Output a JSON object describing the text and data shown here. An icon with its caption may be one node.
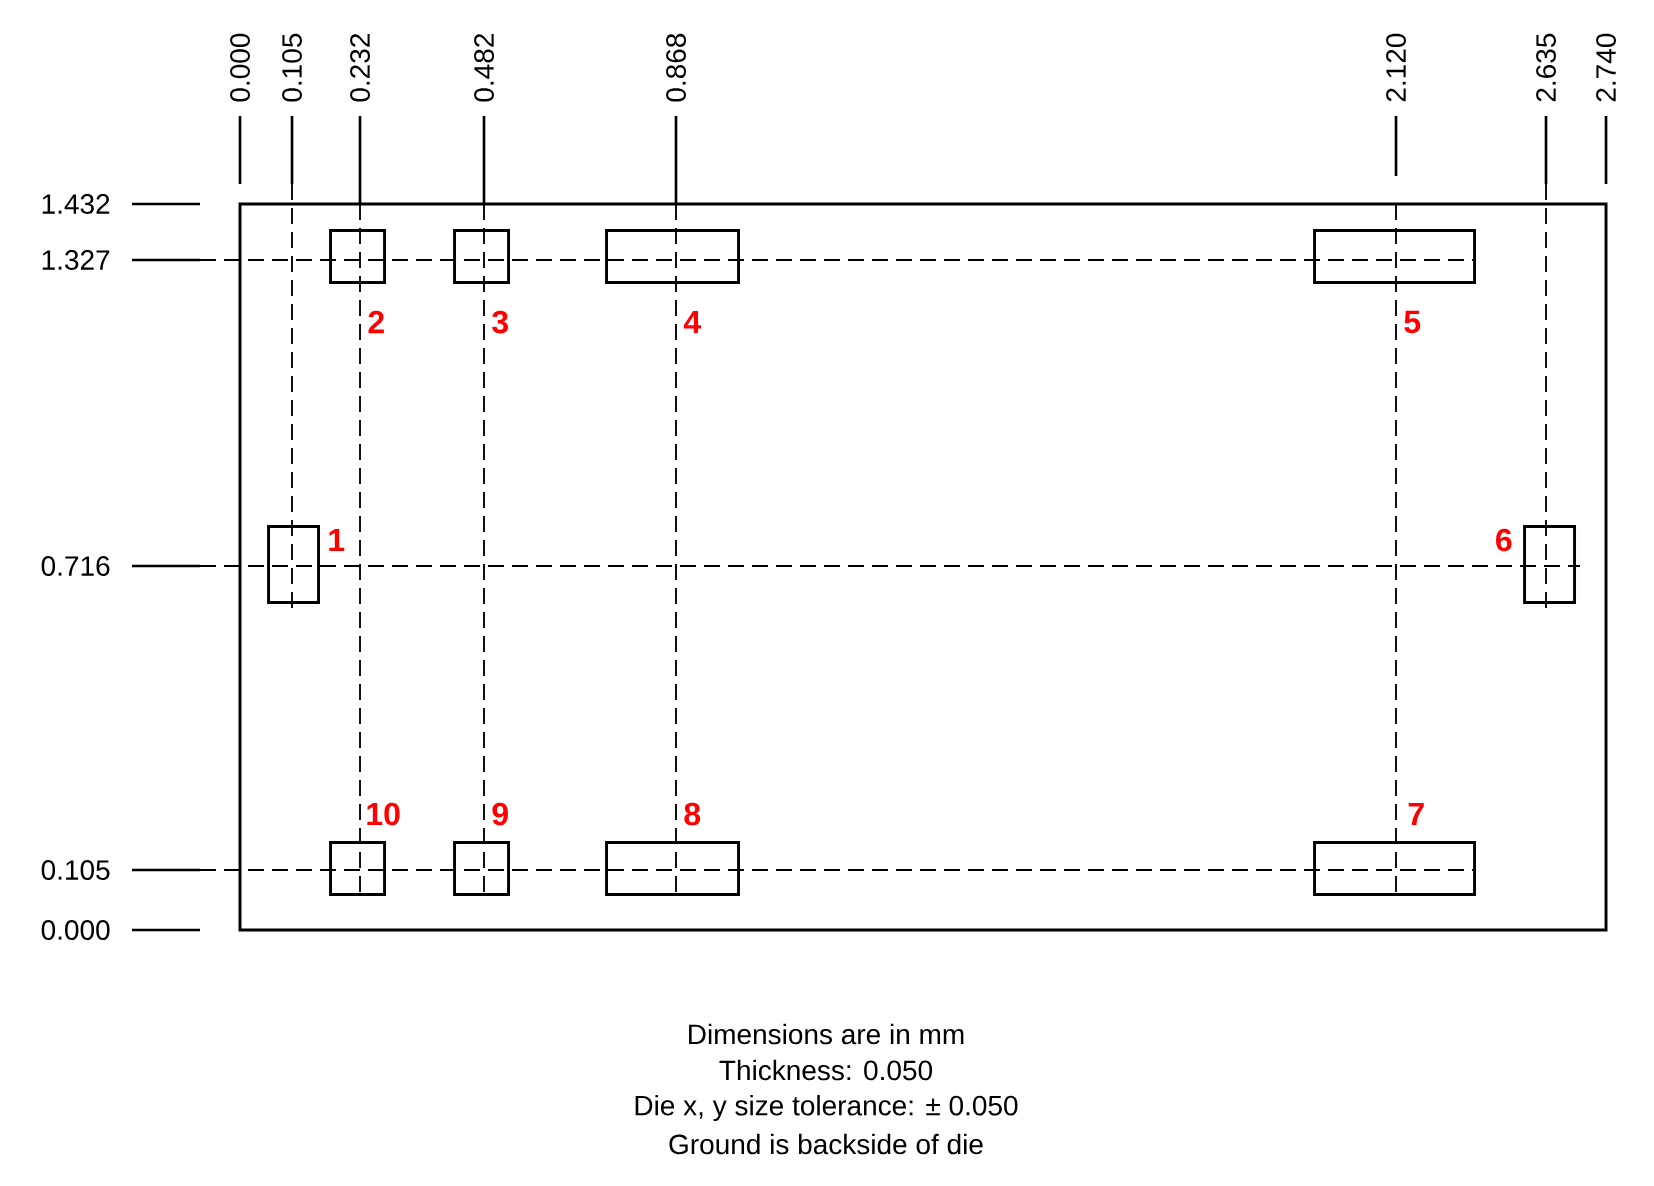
{
  "diagram": {
    "nodes": [
      {
        "text": [],
        "shape": "box"
      },
      {
        "text": [],
        "shape": "box",
        "in": 0,
        "beside": [
          "1"
        ]
      },
      {
        "text": [],
        "shape": "box",
        "in": 0,
        "beside": [
          "2"
        ]
      },
      {
        "text": [],
        "shape": "box",
        "in": 0,
        "beside": [
          "3"
        ]
      },
      {
        "text": [],
        "shape": "box",
        "in": 0,
        "beside": [
          "4"
        ]
      },
      {
        "text": [],
        "shape": "box",
        "in": 0,
        "beside": [
          "5"
        ]
      },
      {
        "text": [],
        "shape": "box",
        "in": 0,
        "beside": [
          "6"
        ]
      },
      {
        "text": [],
        "shape": "box",
        "in": 0,
        "beside": [
          "7"
        ]
      },
      {
        "text": [],
        "shape": "box",
        "in": 0,
        "beside": [
          "8"
        ]
      },
      {
        "text": [],
        "shape": "box",
        "in": 0,
        "beside": [
          "9"
        ]
      },
      {
        "text": [],
        "shape": "box",
        "in": 0,
        "beside": [
          "10"
        ]
      }
    ],
    "labels": [
      "0.000",
      "0.105",
      "0.232",
      "0.482",
      "0.868",
      "2.120",
      "2.635",
      "2.740",
      "1.432",
      "1.327",
      "0.716",
      "0.105",
      "0.000",
      "Dimensions are in mm",
      "Thickness: 0.050",
      "Die x, y size tolerance: ± 0.050",
      "Ground is backside of die"
    ]
  }
}
